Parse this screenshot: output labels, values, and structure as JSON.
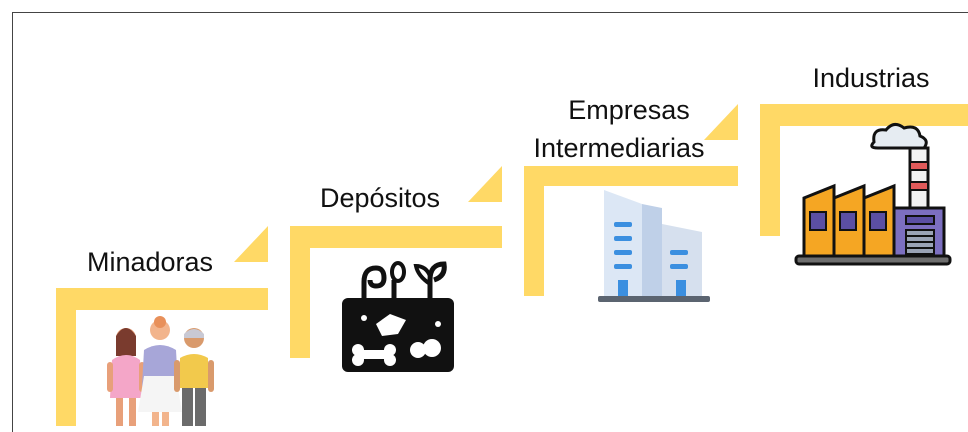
{
  "diagram": {
    "steps": [
      {
        "id": "minadoras",
        "label": "Minadoras",
        "icon": "people-group-icon"
      },
      {
        "id": "depositos",
        "label": "Depósitos",
        "icon": "soil-deposit-icon"
      },
      {
        "id": "intermediarias",
        "label_line1": "Empresas",
        "label_line2": "Intermediarias",
        "icon": "office-buildings-icon"
      },
      {
        "id": "industrias",
        "label": "Industrias",
        "icon": "factory-icon"
      }
    ],
    "colors": {
      "step_bar": "#FFD966",
      "text": "#111111",
      "deposit_icon": "#111111",
      "building_light": "#D6E4F5",
      "building_window": "#3B8FE0",
      "factory_orange": "#F5A623",
      "factory_purple": "#5B4FA3"
    }
  }
}
